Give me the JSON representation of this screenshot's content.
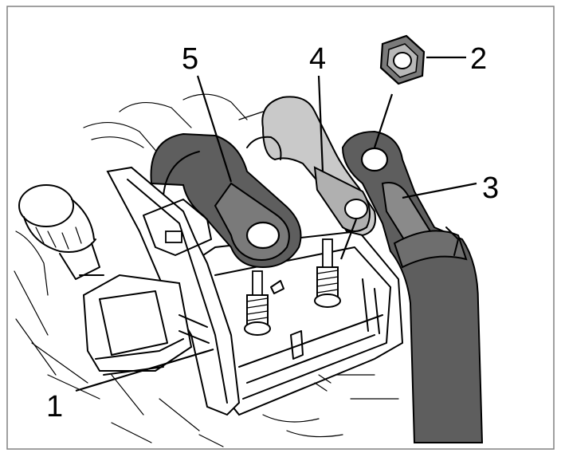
{
  "figure": {
    "callouts": [
      {
        "id": "1",
        "label": "1"
      },
      {
        "id": "2",
        "label": "2"
      },
      {
        "id": "3",
        "label": "3"
      },
      {
        "id": "4",
        "label": "4"
      },
      {
        "id": "5",
        "label": "5"
      }
    ]
  },
  "colors": {
    "background": "#ffffff",
    "line": "#000000",
    "frame": "#808080",
    "cable_dark": "#5e5e5e",
    "cable_light": "#c9c9c9",
    "cable_medium": "#8a8a8a"
  }
}
